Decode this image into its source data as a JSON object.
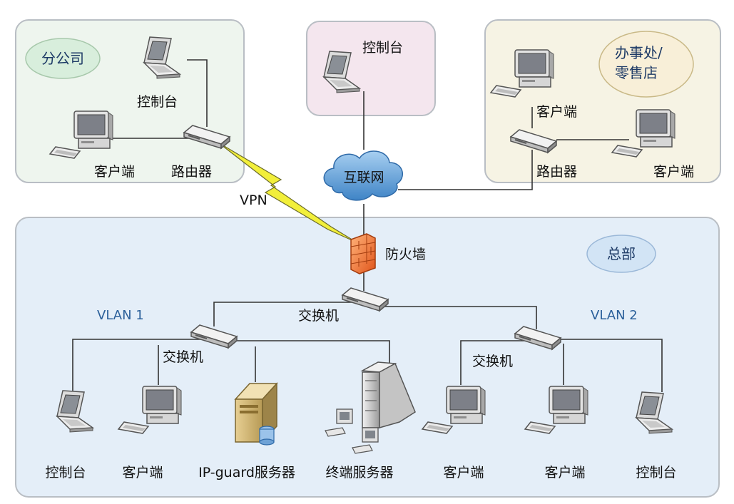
{
  "zones": {
    "branch": {
      "label": "分公司"
    },
    "console_zone": {},
    "office": {
      "label_line1": "办事处/",
      "label_line2": "零售店"
    },
    "hq": {
      "label": "总部"
    }
  },
  "labels": {
    "branch_console": "控制台",
    "branch_client": "客户端",
    "branch_router": "路由器",
    "top_console": "控制台",
    "internet": "互联网",
    "office_client_1": "客户端",
    "office_router": "路由器",
    "office_client_2": "客户端",
    "vpn": "VPN",
    "firewall": "防火墙",
    "core_switch": "交换机",
    "vlan1": "VLAN 1",
    "vlan2": "VLAN 2",
    "switch_vlan1": "交换机",
    "switch_vlan2": "交换机",
    "hq_console_1": "控制台",
    "hq_client_1": "客户端",
    "ipguard_server": "IP-guard服务器",
    "terminal_server": "终端服务器",
    "hq_client_2": "客户端",
    "hq_client_3": "客户端",
    "hq_console_2": "控制台"
  },
  "colors": {
    "branch_bg": "#eef5ee",
    "console_bg": "#f4e6ee",
    "office_bg": "#f6f3e4",
    "hq_bg": "#e4eef8",
    "zone_border": "#b9bec4",
    "link": "#333333",
    "vpn_bolt": "#f2ef3a",
    "firewall": "#f07a2a",
    "cloud": "#5f9fd6"
  }
}
